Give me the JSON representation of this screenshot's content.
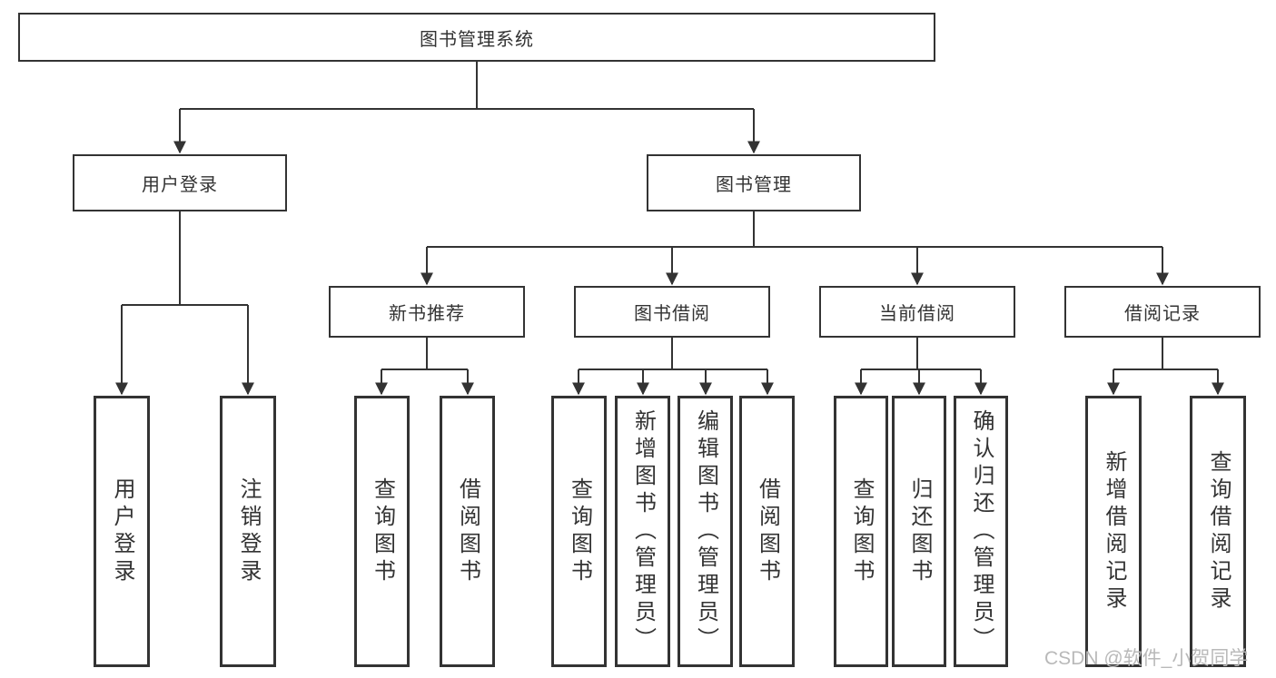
{
  "diagram": {
    "tree": {
      "root": {
        "label": "图书管理系统"
      },
      "children": [
        {
          "label": "用户登录",
          "leaves": [
            {
              "label": "用户登录"
            },
            {
              "label": "注销登录"
            }
          ]
        },
        {
          "label": "图书管理",
          "children": [
            {
              "label": "新书推荐",
              "leaves": [
                {
                  "label": "查询图书"
                },
                {
                  "label": "借阅图书"
                }
              ]
            },
            {
              "label": "图书借阅",
              "leaves": [
                {
                  "label": "查询图书"
                },
                {
                  "label": "新增图书（管理员）"
                },
                {
                  "label": "编辑图书（管理员）"
                },
                {
                  "label": "借阅图书"
                }
              ]
            },
            {
              "label": "当前借阅",
              "leaves": [
                {
                  "label": "查询图书"
                },
                {
                  "label": "归还图书"
                },
                {
                  "label": "确认归还（管理员）"
                }
              ]
            },
            {
              "label": "借阅记录",
              "leaves": [
                {
                  "label": "新增借阅记录"
                },
                {
                  "label": "查询借阅记录"
                }
              ]
            }
          ]
        }
      ]
    },
    "watermark": {
      "text": "CSDN @软件_小贺同学"
    },
    "colors": {
      "line": "#333333",
      "text": "#333333",
      "box_background": "#ffffff",
      "page_background": "#ffffff",
      "watermark": "#b9b9b9"
    }
  }
}
